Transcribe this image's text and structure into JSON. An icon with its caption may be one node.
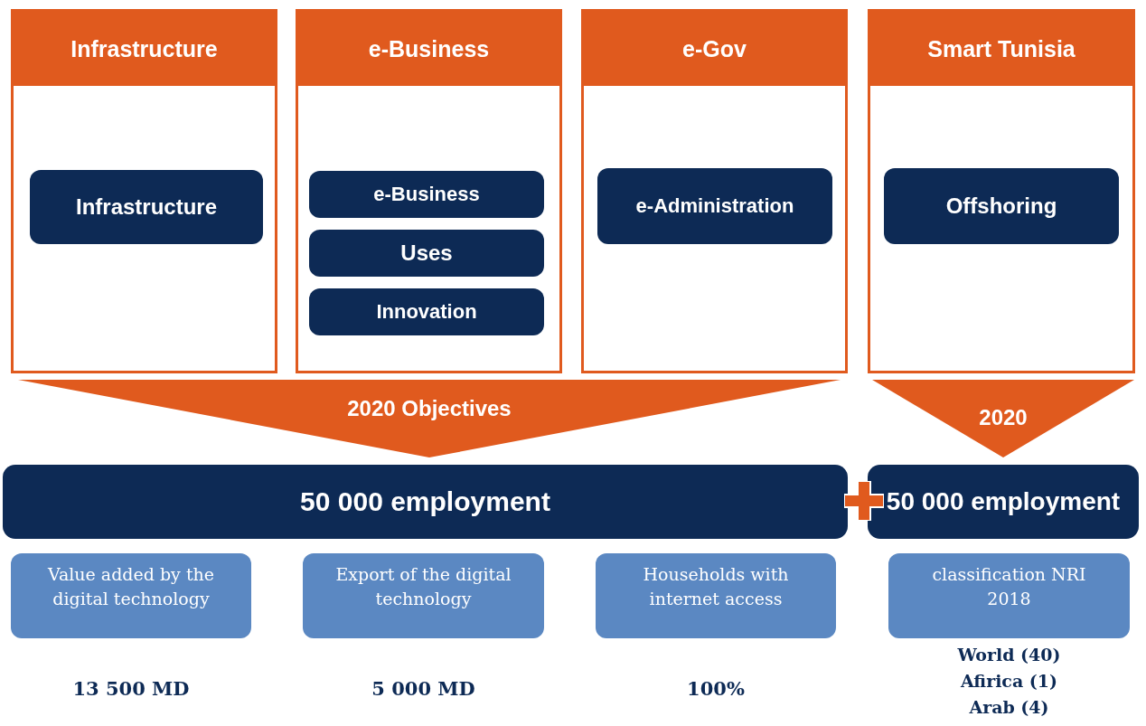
{
  "diagram": {
    "nodes": [
      {
        "text": [
          "Infrastructure"
        ]
      },
      {
        "text": [
          "Infrastructure"
        ],
        "in": 0
      },
      {
        "text": [
          "e-Business"
        ]
      },
      {
        "text": [
          "e-Business"
        ],
        "in": 2
      },
      {
        "text": [
          "Uses"
        ],
        "in": 2
      },
      {
        "text": [
          "Innovation"
        ],
        "in": 2
      },
      {
        "text": [
          "e-Gov"
        ]
      },
      {
        "text": [
          "e-Administration"
        ],
        "in": 6
      },
      {
        "text": [
          "Smart Tunisia"
        ]
      },
      {
        "text": [
          "Offshoring"
        ],
        "in": 8
      },
      {
        "text": [
          "2020 Objectives"
        ]
      },
      {
        "text": [
          "2020"
        ]
      },
      {
        "text": [
          "50 000 employment"
        ]
      },
      {
        "text": [
          "50 000 employment"
        ]
      },
      {
        "text": [
          "Value added by the digital technology"
        ],
        "beside": [
          "13 500 MD"
        ]
      },
      {
        "text": [
          "Export of the digital technology"
        ],
        "beside": [
          "5 000 MD"
        ]
      },
      {
        "text": [
          "Households with internet access"
        ],
        "beside": [
          "100%"
        ]
      },
      {
        "text": [
          "classification NRI 2018"
        ],
        "beside": [
          "World (40)",
          "Afirica (1)",
          "Arab (4)"
        ]
      }
    ]
  }
}
